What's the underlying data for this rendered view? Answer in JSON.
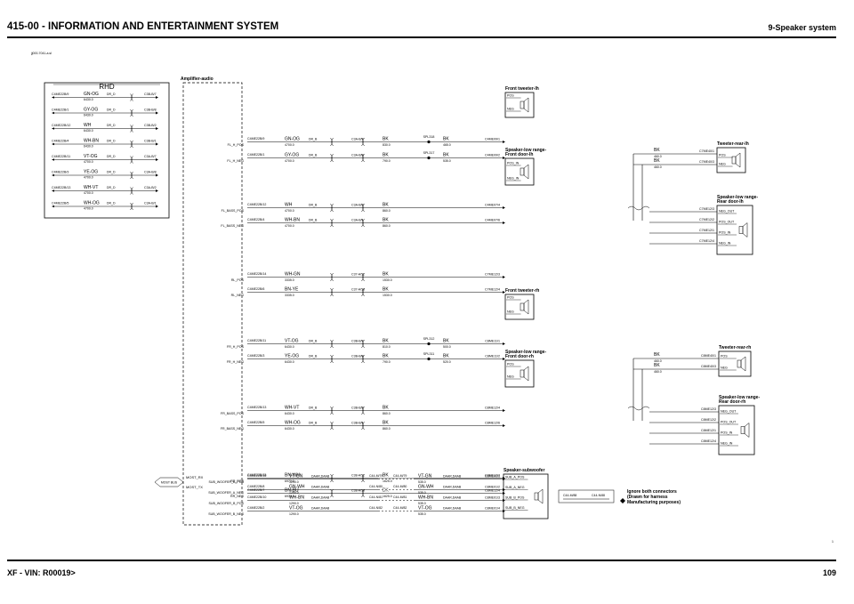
{
  "header": {
    "title": "415-00 - INFORMATION AND ENTERTAINMENT SYSTEM",
    "section": "9-Speaker system"
  },
  "footer": {
    "vehicle": "XF - VIN: R00019>",
    "page": "109"
  },
  "diagram": {
    "file_ref": "jj000-7041-a.sl",
    "amplifier_label": "Amplifier-audio",
    "rhd": {
      "title": "RHD",
      "rows": [
        {
          "pin": "C4ME22B/9",
          "color": "GN-OG",
          "size": "DR_D",
          "gauge": "6430.0",
          "dest": "C3B-B/7"
        },
        {
          "pin": "C4ME22B/1",
          "color": "GY-OG",
          "size": "DR_D",
          "gauge": "6430.0",
          "dest": "C3B-B/8"
        },
        {
          "pin": "C4ME22B/12",
          "color": "WH",
          "size": "DR_D",
          "gauge": "6430.0",
          "dest": "C3B-B/2"
        },
        {
          "pin": "C4ME22B/4",
          "color": "WH-BN",
          "size": "DR_D",
          "gauge": "6430.0",
          "dest": "C3B-B/1"
        },
        {
          "pin": "C4ME22B/11",
          "color": "VT-OG",
          "size": "DR_D",
          "gauge": "4700.0",
          "dest": "C3A-B/7"
        },
        {
          "pin": "C4ME22B/3",
          "color": "YE-OG",
          "size": "DR_D",
          "gauge": "4700.0",
          "dest": "C3A-B/8"
        },
        {
          "pin": "C4ME22B/13",
          "color": "WH-VT",
          "size": "DR_D",
          "gauge": "4700.0",
          "dest": "C3A-B/2"
        },
        {
          "pin": "C4ME22B/5",
          "color": "WH-OG",
          "size": "DR_D",
          "gauge": "4700.0",
          "dest": "C3A-B/1"
        }
      ]
    },
    "circuits": [
      {
        "label": "FL_H_POS",
        "pin": "C4ME22B/9",
        "color": "GN-OG",
        "size": "DR_B",
        "gauge": "4700.0",
        "conn": "C3A-B/7",
        "color2": "BK",
        "gauge2": "830.0",
        "splice": "SPL318",
        "color3": "BK",
        "gauge3": "465.0",
        "dest": "C4ME09/1"
      },
      {
        "label": "FL_H_NEG",
        "pin": "C4ME22B/1",
        "color": "GY-OG",
        "size": "DR_B",
        "gauge": "4700.0",
        "conn": "C3A-B/8",
        "color2": "BK",
        "gauge2": "790.0",
        "splice": "SPL317",
        "color3": "BK",
        "gauge3": "535.0",
        "dest": "C4ME09/2"
      },
      {
        "label": "FL_BASS_POS",
        "pin": "C4ME22B/12",
        "color": "WH",
        "size": "DR_B",
        "gauge": "4700.0",
        "conn": "C3A-B/2",
        "color2": "BK",
        "gauge2": "860.0",
        "dest": "C4ME07/4"
      },
      {
        "label": "FL_BASS_NEG",
        "pin": "C4ME22B/4",
        "color": "WH-BN",
        "size": "DR_B",
        "gauge": "4700.0",
        "conn": "C3A-B/1",
        "color2": "BK",
        "gauge2": "860.0",
        "dest": "C4ME07/6"
      },
      {
        "label": "RL_POS",
        "pin": "C4ME22B/14",
        "color": "WH-GN",
        "size": "",
        "gauge": "3335.0",
        "conn": "C37-A/11",
        "color2": "BK",
        "gauge2": "1530.0",
        "dest": "C7ME12/3"
      },
      {
        "label": "RL_NEG",
        "pin": "C4ME22B/6",
        "color": "BN-YE",
        "size": "",
        "gauge": "3335.0",
        "conn": "C37-A/10",
        "color2": "BK",
        "gauge2": "1530.0",
        "dest": "C7ME12/4"
      },
      {
        "label": "FR_H_POS",
        "pin": "C4ME22B/11",
        "color": "VT-OG",
        "size": "DR_B",
        "gauge": "6430.0",
        "conn": "C3B-B/7",
        "color2": "BK",
        "gauge2": "810.0",
        "splice": "SPL312",
        "color3": "BK",
        "gauge3": "500.0",
        "dest": "C8ME11/1"
      },
      {
        "label": "FR_H_NEG",
        "pin": "C4ME22B/3",
        "color": "YE-OG",
        "size": "DR_B",
        "gauge": "6430.0",
        "conn": "C3B-B/8",
        "color2": "BK",
        "gauge2": "790.0",
        "splice": "SPL311",
        "color3": "BK",
        "gauge3": "520.0",
        "dest": "C8ME11/2"
      },
      {
        "label": "FR_BASS_POS",
        "pin": "C4ME22B/13",
        "color": "WH-VT",
        "size": "DR_B",
        "gauge": "6430.0",
        "conn": "C3B-B/2",
        "color2": "BK",
        "gauge2": "860.0",
        "dest": "C8ME12/4"
      },
      {
        "label": "FR_BASS_NEG",
        "pin": "C4ME22B/5",
        "color": "WH-OG",
        "size": "DR_B",
        "gauge": "6430.0",
        "conn": "C3B-B/1",
        "color2": "BK",
        "gauge2": "860.0",
        "dest": "C8ME12/6"
      },
      {
        "label": "RR_POS",
        "pin": "C4ME22B/15",
        "color": "BN-WH",
        "size": "",
        "gauge": "6970.0",
        "conn": "C38-A/11",
        "color2": "BK",
        "gauge2": "1625.0",
        "dest": "C8ME12/3"
      },
      {
        "label": "RR_NEG",
        "pin": "C4ME22B/7",
        "color": "BN-BU",
        "size": "",
        "gauge": "6970.0",
        "conn": "C38-A/10",
        "color2": "BK",
        "gauge2": "1625.0",
        "dest": "C8ME12/4"
      }
    ],
    "speakers": {
      "front_tweeter_lh": {
        "title": "Front tweeter-lh",
        "pins": [
          "POS",
          "NEG"
        ]
      },
      "low_range_front_lh": {
        "title1": "Speaker-low range-",
        "title2": "Front door-lh",
        "pins": [
          "POS_IN",
          "NEG_IN"
        ]
      },
      "tweeter_rear_lh": {
        "title": "Tweeter-rear-lh",
        "pins": [
          "POS",
          "NEG"
        ],
        "wire1": "BK",
        "g1": "460.0",
        "pin1": "C7ME40/1",
        "wire2": "BK",
        "g2": "460.0",
        "pin2": "C7ME40/3"
      },
      "low_range_rear_lh": {
        "title1": "Speaker-low range-",
        "title2": "Rear door-lh",
        "pins": [
          "NEG_OUT",
          "POS_OUT",
          "POS_IN",
          "NEG_IN"
        ],
        "pinrefs": [
          "C7ME12/3",
          "C7ME12/2",
          "C7ME12/1",
          "C7ME12/4"
        ]
      },
      "front_tweeter_rh": {
        "title": "Front tweeter-rh",
        "pins": [
          "POS",
          "NEG"
        ]
      },
      "low_range_front_rh": {
        "title1": "Speaker-low range-",
        "title2": "Front door-rh",
        "pins": [
          "POS",
          "NEG"
        ]
      },
      "tweeter_rear_rh": {
        "title": "Tweeter-rear-rh",
        "pins": [
          "POS",
          "NEG"
        ],
        "wire1": "BK",
        "g1": "460.0",
        "pin1": "C8ME40/1",
        "wire2": "BK",
        "g2": "460.0",
        "pin2": "C8ME40/3"
      },
      "low_range_rear_rh": {
        "title1": "Speaker-low range-",
        "title2": "Rear door-rh",
        "pins": [
          "NEG_OUT",
          "POS_OUT",
          "POS_IN",
          "NEG_IN"
        ],
        "pinrefs": [
          "C8ME12/3",
          "C8ME12/2",
          "C8ME12/1",
          "C8ME12/4"
        ]
      },
      "subwoofer": {
        "title": "Speaker-subwoofer",
        "pins": [
          "SUB_A_POS",
          "SUB_A_NEG",
          "SUB_B_POS",
          "SUB_B_NEG"
        ]
      }
    },
    "most": {
      "box": "MOST BUS",
      "rx": "MOST_RX",
      "tx": "MOST_TX"
    },
    "sub_circuits": [
      {
        "label": "SUB_WOOFER_A_POS",
        "pin": "C4ME22B/16",
        "color": "VT-GN",
        "size": "DAAR,DAAB",
        "gauge": "1290.0",
        "c1": "C44-M/79",
        "c2": "C44-M/79",
        "color2": "VT-GN",
        "size2": "DAAR,DAAB",
        "gauge2": "535.0",
        "dest": "C8ME01/1"
      },
      {
        "label": "SUB_WOOFER_A_NEG",
        "pin": "C4ME22B/8",
        "color": "GN-WH",
        "size": "DAAR,DAAB",
        "gauge": "1290.0",
        "c1": "C44-N/80",
        "c2": "C44-M/80",
        "color2": "GN-WH",
        "size2": "DAAR,DAAB",
        "gauge2": "535.0",
        "dest": "C8ME01/2"
      },
      {
        "label": "SUB_WOOFER_B_POS",
        "pin": "C4ME22B/10",
        "color": "WH-BN",
        "size": "DAAR,DAAB",
        "gauge": "1290.0",
        "c1": "C44-N/81",
        "c2": "C44-M/81",
        "color2": "WH-BN",
        "size2": "DAAR,DAAB",
        "gauge2": "535.0",
        "dest": "C8ME01/3"
      },
      {
        "label": "SUB_WOOFER_B_NEG",
        "pin": "C4ME22B/2",
        "color": "VT-OG",
        "size": "DAAR,DAAB",
        "gauge": "1290.0",
        "c1": "C44-N/82",
        "c2": "C44-M/82",
        "color2": "VT-OG",
        "size2": "DAAR,DAAB",
        "gauge2": "535.0",
        "dest": "C8ME01/4"
      }
    ],
    "legend": {
      "c1": "C44-M/88",
      "c2": "C44-N/88",
      "note1": "Ignore both connectors",
      "note2": "(Drawn for harness",
      "note3": "Manufacturing purposes)"
    },
    "page_mark": "1"
  }
}
